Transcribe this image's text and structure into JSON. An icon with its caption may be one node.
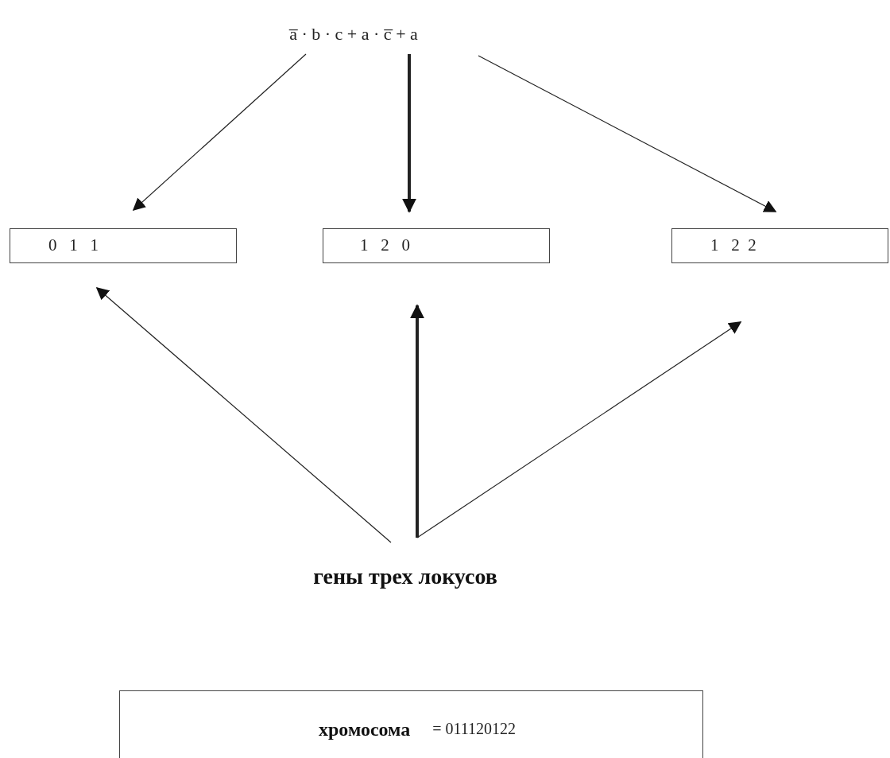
{
  "diagram": {
    "nodes": [
      {
        "text": [
          "a̅ · b · c + a · c̅ + a"
        ]
      },
      {
        "text": [
          "0   1   1"
        ]
      },
      {
        "text": [
          "1   2   0"
        ]
      },
      {
        "text": [
          "1   2  2"
        ]
      },
      {
        "text": [
          "гены трех локусов"
        ]
      },
      {
        "text": [
          "хромосома",
          "= 011120122"
        ]
      }
    ],
    "edges": [
      {
        "from": 0,
        "to": 1,
        "arrow": "to"
      },
      {
        "from": 0,
        "to": 2,
        "arrow": "to",
        "style": "thick"
      },
      {
        "from": 0,
        "to": 3,
        "arrow": "to"
      },
      {
        "from": 4,
        "to": 1,
        "arrow": "to"
      },
      {
        "from": 4,
        "to": 2,
        "arrow": "to",
        "style": "thick"
      },
      {
        "from": 4,
        "to": 3,
        "arrow": "to"
      }
    ]
  }
}
